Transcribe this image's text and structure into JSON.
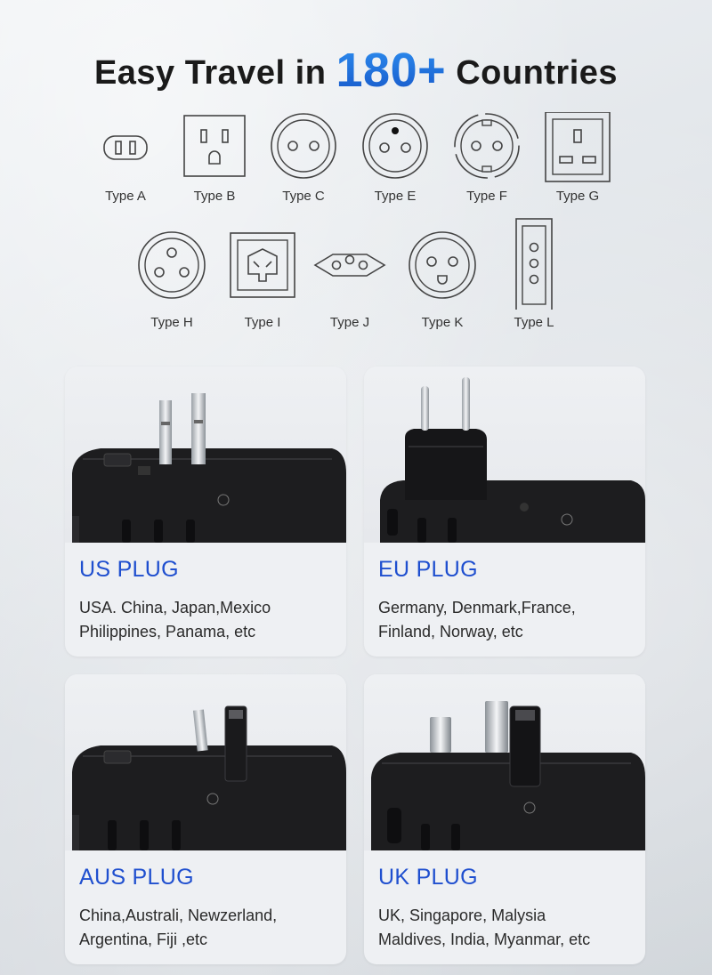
{
  "headline": {
    "prefix": "Easy Travel in",
    "number": "180+",
    "suffix": "Countries"
  },
  "plug_types": {
    "a": "Type A",
    "b": "Type B",
    "c": "Type C",
    "e": "Type E",
    "f": "Type F",
    "g": "Type G",
    "h": "Type H",
    "i": "Type I",
    "j": "Type J",
    "k": "Type K",
    "l": "Type L"
  },
  "cards": {
    "us": {
      "title": "US PLUG",
      "line1": "USA. China, Japan,Mexico",
      "line2": "Philippines, Panama, etc"
    },
    "eu": {
      "title": "EU PLUG",
      "line1": "Germany, Denmark,France,",
      "line2": "Finland, Norway, etc"
    },
    "aus": {
      "title": "AUS PLUG",
      "line1": "China,Australi, Newzerland,",
      "line2": "Argentina, Fiji ,etc"
    },
    "uk": {
      "title": "UK PLUG",
      "line1": "UK, Singapore, Malysia",
      "line2": "Maldives, India, Myanmar, etc"
    }
  },
  "colors": {
    "accent": "#1f4fcf",
    "headline_number": "#1d5fd6",
    "text": "#1a1a1a"
  }
}
